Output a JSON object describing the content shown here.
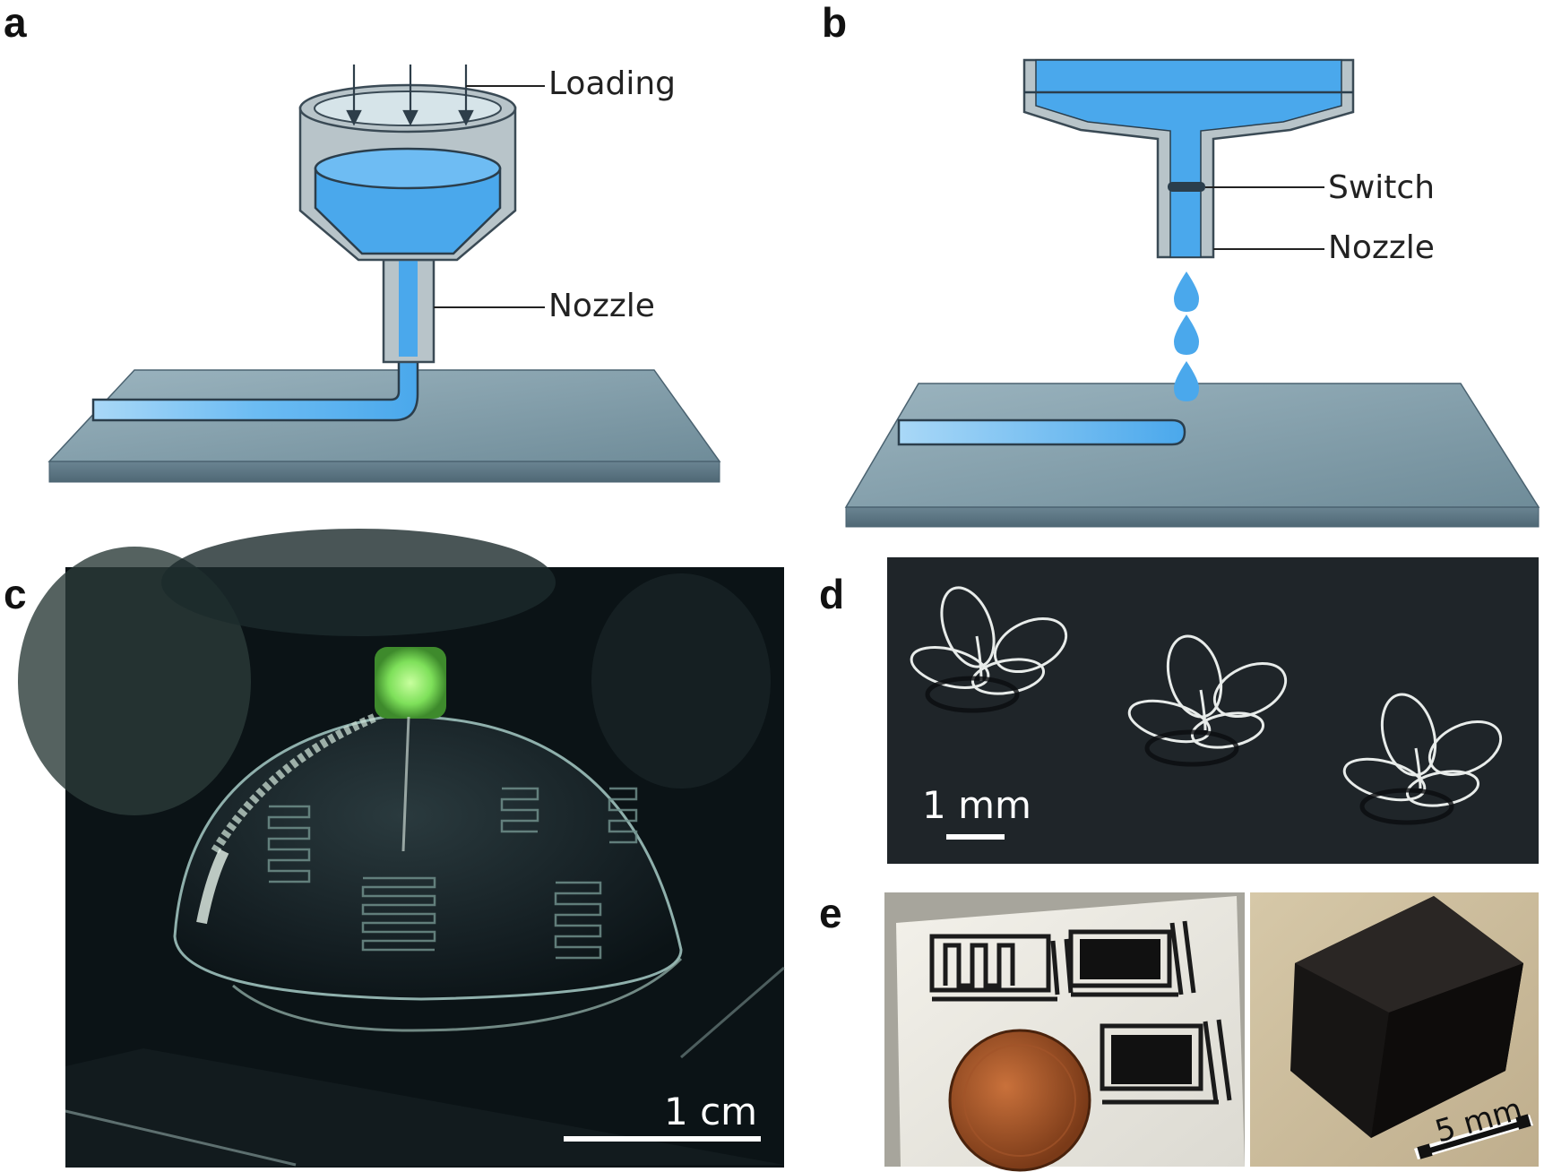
{
  "panels": {
    "a": {
      "letter": "a",
      "labels": {
        "loading": "Loading",
        "nozzle": "Nozzle"
      }
    },
    "b": {
      "letter": "b",
      "labels": {
        "switch": "Switch",
        "nozzle": "Nozzle"
      }
    },
    "c": {
      "letter": "c",
      "scale_bar": "1 cm"
    },
    "d": {
      "letter": "d",
      "scale_bar": "1 mm"
    },
    "e": {
      "letter": "e",
      "scale_bar": "5 mm"
    }
  },
  "colors": {
    "ink": "#4aa8ec",
    "ink_light": "#9ed2f6",
    "nozzle_body": "#b8c4c9",
    "nozzle_edge": "#3a4a55",
    "substrate_top": "#8aa4b0",
    "substrate_side": "#5d7886",
    "photo_dark": "#0a1216",
    "led_green": "#8cf26a"
  }
}
